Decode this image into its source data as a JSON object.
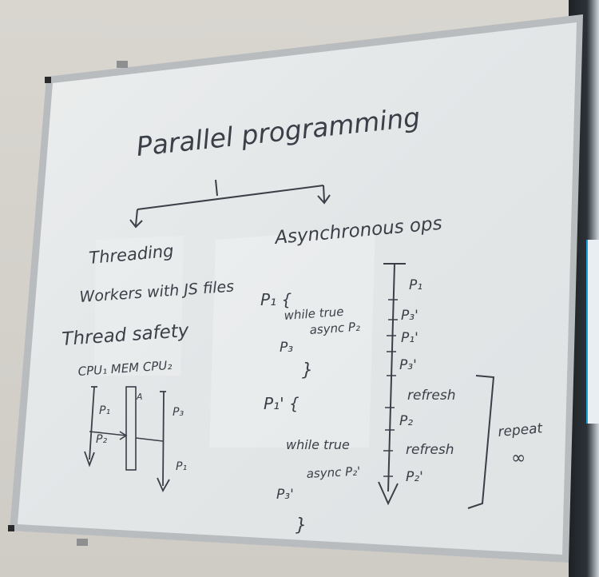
{
  "scene": {
    "surface": "whiteboard",
    "ink_color": "#3a3f48",
    "board_color": "#e6e9ea",
    "frame_color": "#b9bcbf",
    "wall_color": "#d4d1cb"
  },
  "board": {
    "title": "Parallel programming",
    "left_branch": {
      "heading": "Threading",
      "line1": "Workers with JS files",
      "line2": "Thread safety",
      "diagram_header": "CPU₁ MEM CPU₂",
      "labels": {
        "p1": "P₁",
        "p2": "P₂",
        "p3": "P₃",
        "p1b": "P₁",
        "mem_a": "A"
      }
    },
    "right_branch": {
      "heading": "Asynchronous ops",
      "code": {
        "p1_open": "P₁ {",
        "while1": "while true",
        "async1": "async P₂",
        "p3": "P₃",
        "close1": "}",
        "p1prime_open": "P₁' {",
        "while2": "while true",
        "async2": "async P₂'",
        "p3prime": "P₃'",
        "close2": "}"
      },
      "timeline": [
        "P₁",
        "P₃'",
        "P₁'",
        "P₃'",
        "refresh",
        "P₂",
        "refresh",
        "P₂'"
      ],
      "repeat_label": "repeat",
      "infinity": "∞"
    }
  }
}
